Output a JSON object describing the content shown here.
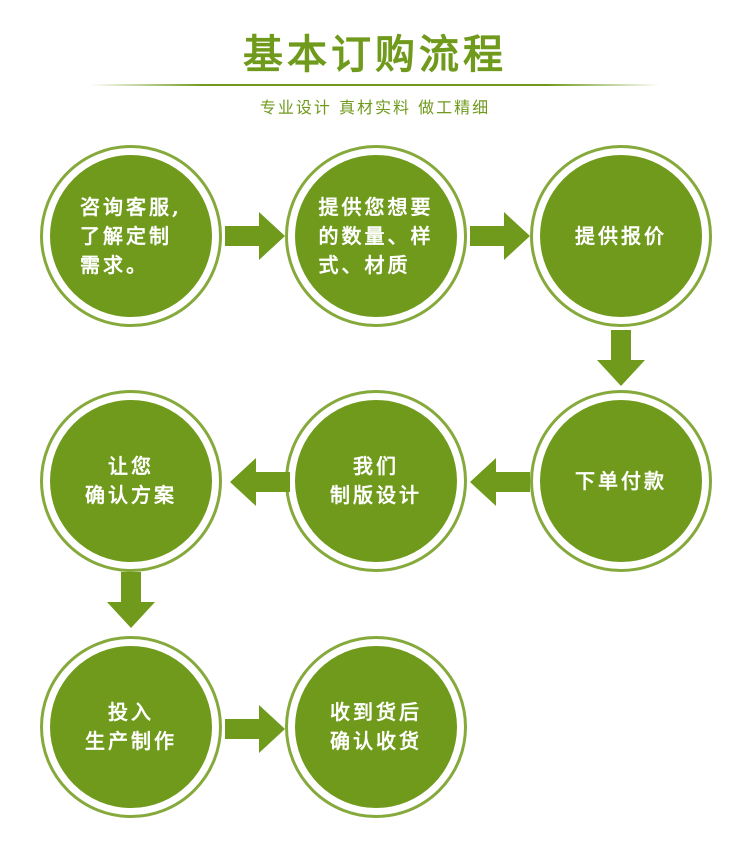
{
  "header": {
    "title": "基本订购流程",
    "subtitle": "专业设计  真材实料  做工精细"
  },
  "colors": {
    "primary": "#6f9a1c",
    "ring": "#86a93c",
    "background": "#ffffff"
  },
  "steps": [
    {
      "text": "咨询客服,\n了解定制\n需求。"
    },
    {
      "text": "提供您想要\n的数量、样\n式、材质"
    },
    {
      "text": "提供报价"
    },
    {
      "text": "下单付款"
    },
    {
      "text": "我们\n制版设计"
    },
    {
      "text": "让您\n确认方案"
    },
    {
      "text": "投入\n生产制作"
    },
    {
      "text": "收到货后\n确认收货"
    }
  ]
}
